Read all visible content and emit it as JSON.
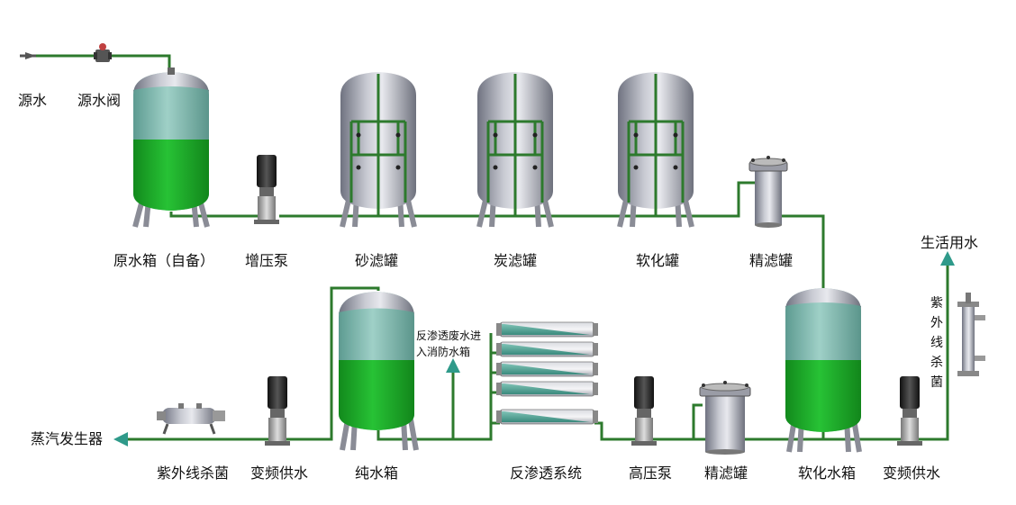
{
  "labels": {
    "source_water": "源水",
    "source_valve": "源水阀",
    "raw_tank": "原水箱（自备）",
    "booster_pump": "增压泵",
    "sand_filter": "砂滤罐",
    "carbon_filter": "炭滤罐",
    "softener": "软化罐",
    "precision_filter_top": "精滤罐",
    "domestic_water": "生活用水",
    "uv_vertical": "紫外线杀菌",
    "ro_waste_line1": "反渗透废水进",
    "ro_waste_line2": "入消防水箱",
    "steam_generator": "蒸汽发生器",
    "uv_bottom": "紫外线杀菌",
    "vfd_supply_left": "变频供水",
    "pure_water_tank": "纯水箱",
    "ro_system": "反渗透系统",
    "high_pressure_pump": "高压泵",
    "precision_filter_bottom": "精滤罐",
    "softened_water_tank": "软化水箱",
    "vfd_supply_right": "变频供水"
  },
  "colors": {
    "pipe": "#2d7a2d",
    "pipe_dark": "#1f5a1f",
    "tank_silver": "#a7a9b5",
    "water_teal": "#7db7ae",
    "water_green": "#1fad2a",
    "pump_body": "#2a2a2a",
    "membrane_teal": "#4fa89a",
    "arrow_teal": "#2f9a8a"
  }
}
